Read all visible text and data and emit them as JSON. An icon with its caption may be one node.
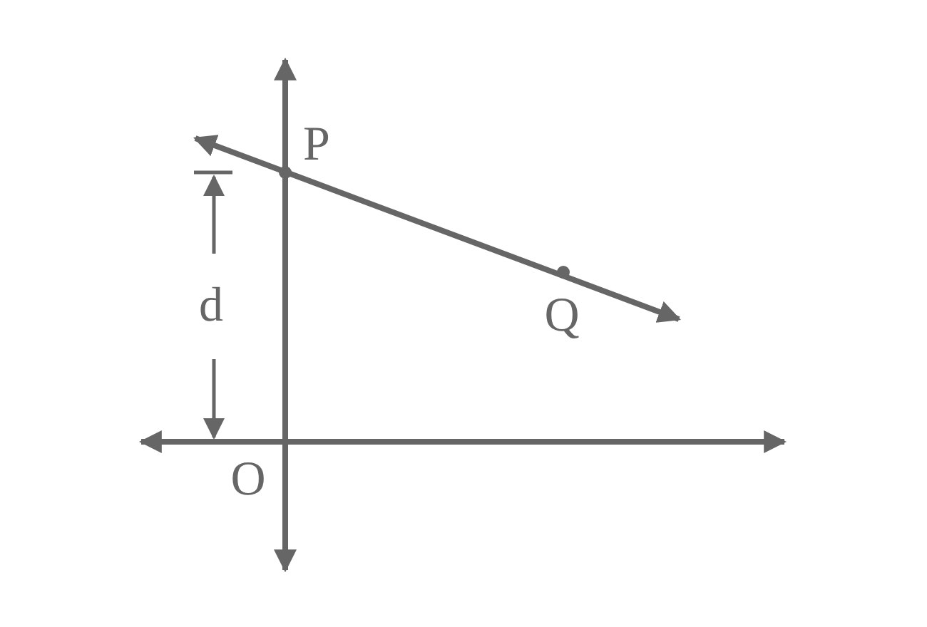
{
  "diagram": {
    "labels": [
      "P",
      "d",
      "Q",
      "O"
    ]
  }
}
